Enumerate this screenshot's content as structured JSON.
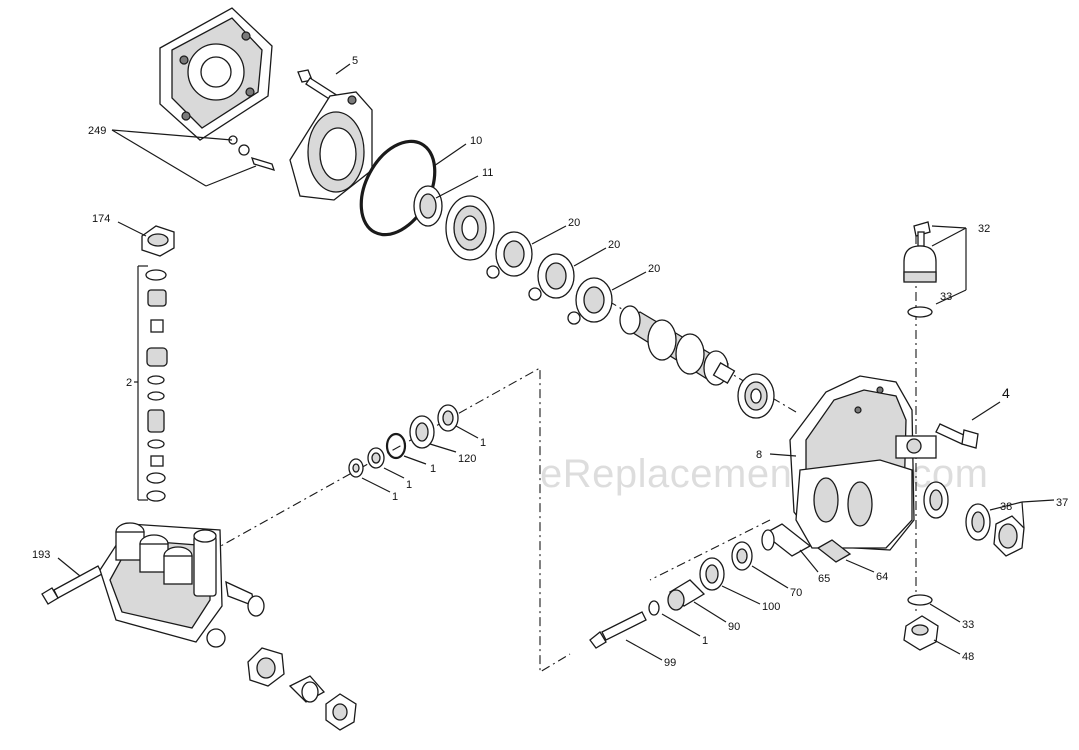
{
  "watermark": "eReplacementParts.com",
  "callouts": {
    "c249": "249",
    "c5": "5",
    "c10": "10",
    "c11": "11",
    "c20a": "20",
    "c20b": "20",
    "c20c": "20",
    "c174": "174",
    "c2": "2",
    "c32": "32",
    "c33a": "33",
    "c4": "4",
    "c8": "8",
    "c1a": "1",
    "c120": "120",
    "c1b": "1",
    "c1c": "1",
    "c1d": "1",
    "c38": "38",
    "c37": "37",
    "c193": "193",
    "c65": "65",
    "c64": "64",
    "c70": "70",
    "c100": "100",
    "c90": "90",
    "c1e": "1",
    "c33b": "33",
    "c99": "99",
    "c48": "48"
  }
}
